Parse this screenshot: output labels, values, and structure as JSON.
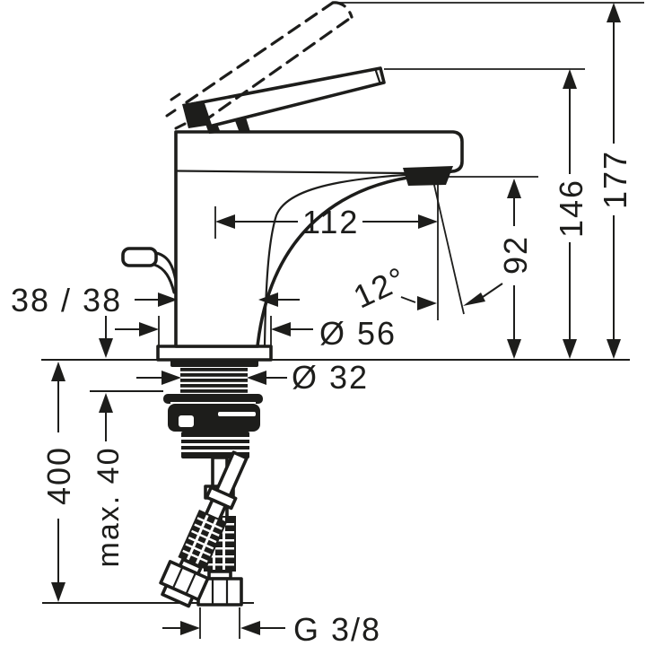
{
  "diagram": {
    "subject": "single-hole basin mixer tap, dimensional side elevation",
    "background_color": "#ffffff",
    "line_color": "#1d1d1b",
    "dimensions": {
      "height_overall": "177",
      "height_handle": "146",
      "height_spout_outlet": "92",
      "spout_reach": "112",
      "outlet_angle": "12°",
      "body_width": "38 / 38",
      "base_diameter": "Ø 56",
      "tap_hole_diameter": "Ø 32",
      "hose_length": "400",
      "max_deck_thickness": "max. 40",
      "supply_connection": "G 3/8"
    }
  }
}
